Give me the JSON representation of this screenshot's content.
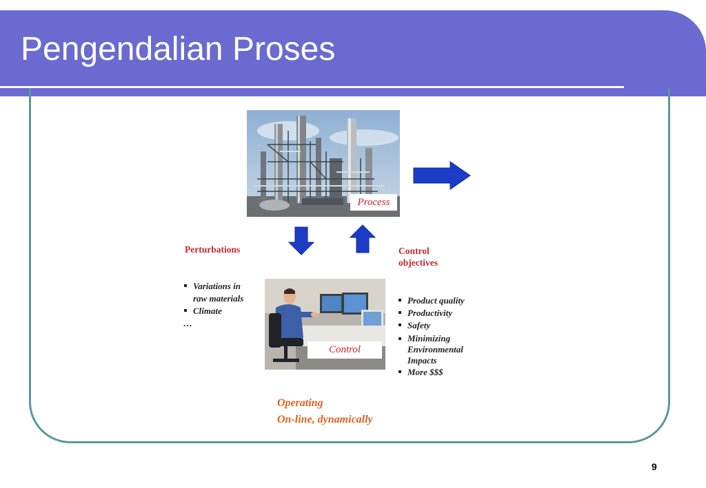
{
  "slide": {
    "title": "Pengendalian Proses",
    "page_number": "9"
  },
  "diagram": {
    "process_label": "Process",
    "control_label": "Control",
    "perturbations": {
      "heading": "Perturbations",
      "items": [
        "Variations in",
        "raw materials",
        "Climate",
        "…"
      ]
    },
    "control_objectives": {
      "heading_line1": "Control",
      "heading_line2": "objectives",
      "items": [
        "Product quality",
        "Productivity",
        "Safety",
        "Minimizing",
        "Environmental",
        "Impacts",
        "More $$$"
      ]
    },
    "operating": {
      "line1": "Operating",
      "line2": "On-line, dynamically"
    }
  },
  "colors": {
    "banner": "#6a6ad0",
    "frame": "#5e9898",
    "arrow": "#1c3cc8",
    "label_red": "#c0282e",
    "operating_orange": "#e06020"
  }
}
